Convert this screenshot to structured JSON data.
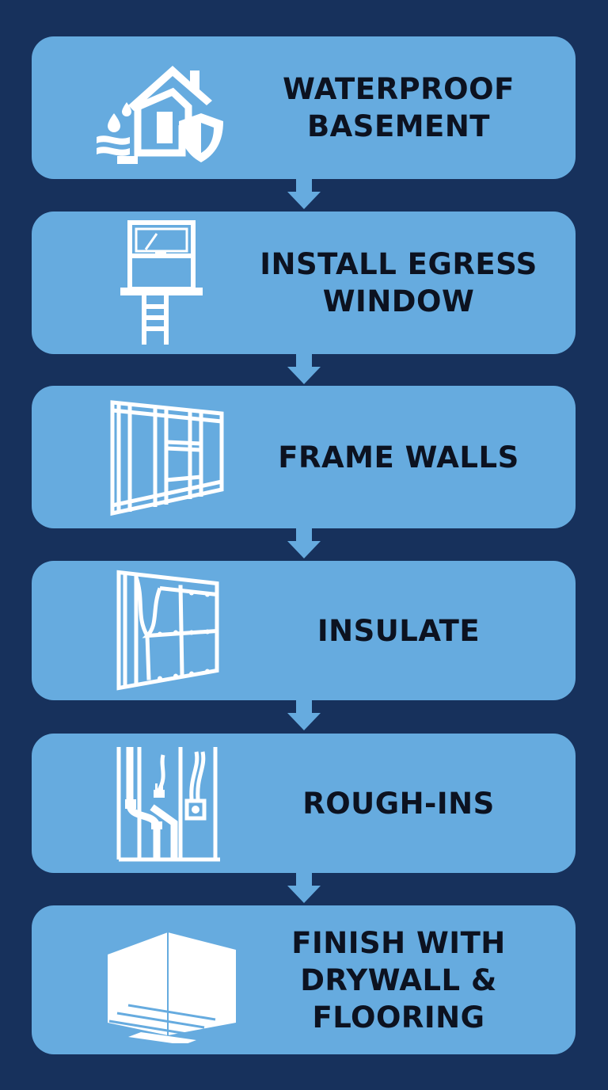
{
  "steps": [
    {
      "label": "WATERPROOF\nBASEMENT",
      "icon": "house-water-shield-icon"
    },
    {
      "label": "INSTALL EGRESS\nWINDOW",
      "icon": "egress-window-ladder-icon"
    },
    {
      "label": "FRAME WALLS",
      "icon": "wall-framing-icon"
    },
    {
      "label": "INSULATE",
      "icon": "insulation-panel-icon"
    },
    {
      "label": "ROUGH-INS",
      "icon": "plumbing-electrical-icon"
    },
    {
      "label": "FINISH WITH\nDRYWALL &\nFLOORING",
      "icon": "drywall-floor-corner-icon"
    }
  ],
  "colors": {
    "background": "#17315c",
    "step_fill": "#66abdf",
    "text": "#0c1220",
    "icon": "#ffffff"
  }
}
